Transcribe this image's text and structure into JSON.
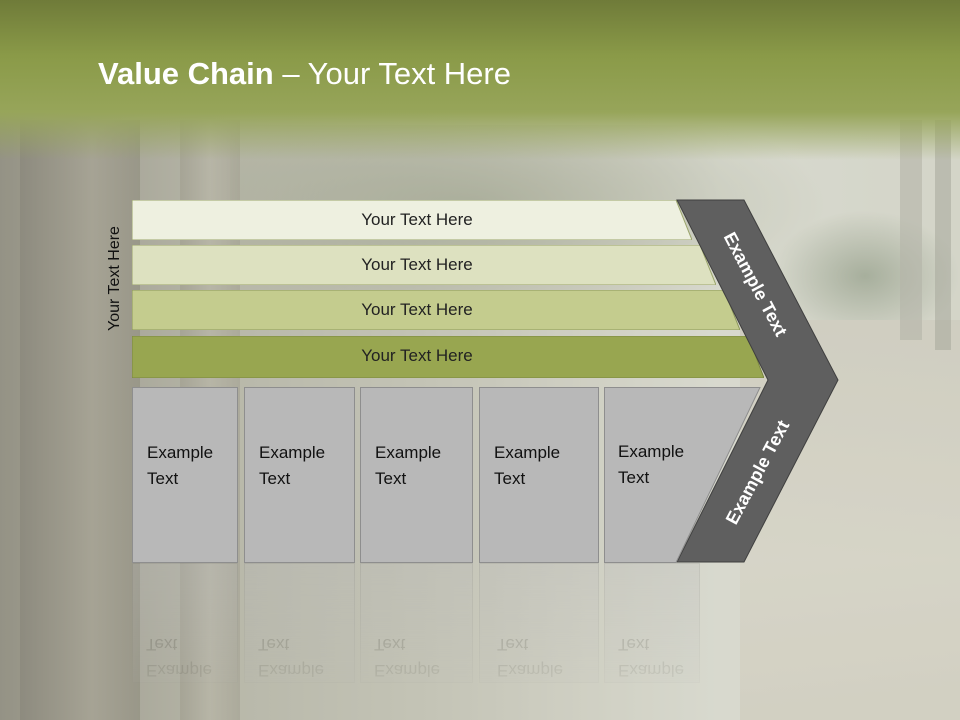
{
  "slide": {
    "title_bold": "Value Chain",
    "title_rest": " – Your Text Here",
    "side_label": "Your Text Here",
    "bars": [
      {
        "label": "Your Text Here",
        "color": "#eef0e0"
      },
      {
        "label": "Your Text Here",
        "color": "#dde1c0"
      },
      {
        "label": "Your Text Here",
        "color": "#c4cc8e"
      },
      {
        "label": "Your Text Here",
        "color": "#98a650"
      }
    ],
    "chevron": {
      "top_text": "Example Text",
      "bottom_text": "Example Text",
      "color": "#5f5f5f"
    },
    "boxes": [
      {
        "line1": "Example",
        "line2": "Text"
      },
      {
        "line1": "Example",
        "line2": "Text"
      },
      {
        "line1": "Example",
        "line2": "Text"
      },
      {
        "line1": "Example",
        "line2": "Text"
      },
      {
        "line1": "Example",
        "line2": "Text"
      }
    ],
    "colors": {
      "header": "#8a9a48",
      "box": "#b8b8b8"
    }
  }
}
